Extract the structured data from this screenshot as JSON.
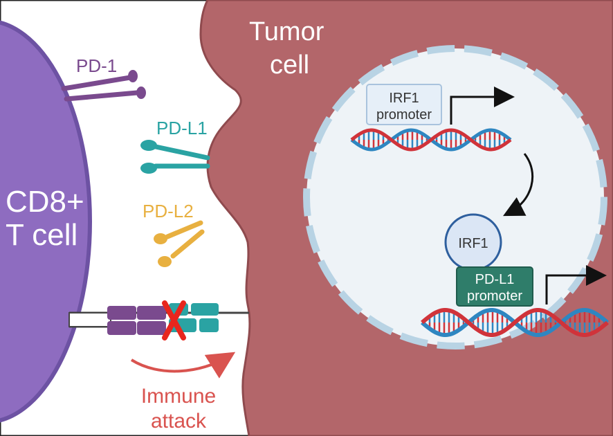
{
  "labels": {
    "tcell_line1": "CD8+",
    "tcell_line2": "T cell",
    "tumor_line1": "Tumor",
    "tumor_line2": "cell",
    "pd1": "PD-1",
    "pdl1": "PD-L1",
    "pdl2": "PD-L2",
    "irf1_promoter_line1": "IRF1",
    "irf1_promoter_line2": "promoter",
    "irf1_protein": "IRF1",
    "pdl1_promoter_line1": "PD-L1",
    "pdl1_promoter_line2": "promoter",
    "immune_line1": "Immune",
    "immune_line2": "attack"
  },
  "colors": {
    "tcell": "#8e6cc0",
    "tcell_border": "#6d52a3",
    "tumor": "#b3666a",
    "tumor_border": "#8f4a4e",
    "nucleus": "#eef3f7",
    "nucleus_dash": "#b8d3e4",
    "pd1": "#7a4a8e",
    "pdl1": "#2aa3a3",
    "pdl2": "#e8b040",
    "dna_red": "#d0333a",
    "dna_blue": "#2e86c1",
    "pdl1_promoter": "#2f7d6a",
    "immune": "#d9534f"
  }
}
